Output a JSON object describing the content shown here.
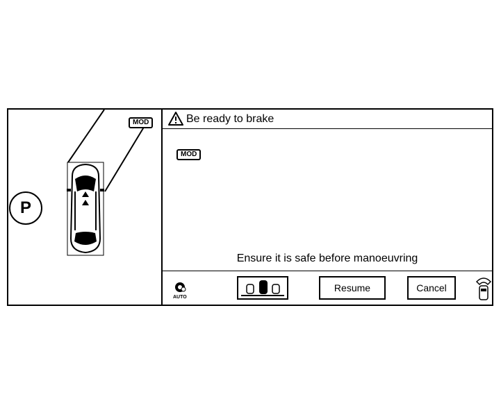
{
  "left_view": {
    "gear": "P",
    "mod_badge": "MOD"
  },
  "warning": {
    "text": "Be ready to brake",
    "icon": "warning-triangle-icon"
  },
  "main": {
    "mod_badge": "MOD",
    "message": "Ensure it is safe before manoeuvring"
  },
  "bottom_bar": {
    "auto_label": "AUTO",
    "auto_icon": "steering-auto-icon",
    "view_icon": "parking-view-select-icon",
    "resume_label": "Resume",
    "cancel_label": "Cancel",
    "camera_icon": "rear-camera-view-icon"
  }
}
